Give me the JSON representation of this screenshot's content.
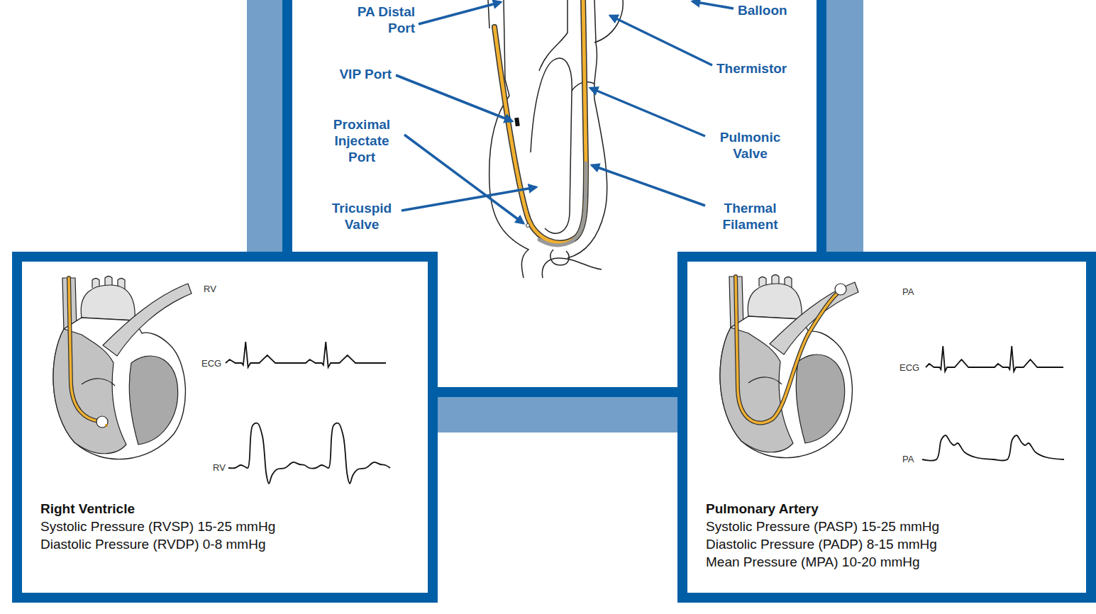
{
  "diagram": {
    "nodes": [
      {
        "text": [
          "Right Ventricle",
          "Systolic Pressure (RVSP) 15-25 mmHg",
          "Diastolic Pressure (RVDP) 0-8 mmHg"
        ]
      },
      {
        "text": [
          "Pulmonary Artery",
          "Systolic Pressure (PASP) 15-25 mmHg",
          "Diastolic Pressure (PADP) 8-15 mmHg",
          "Mean Pressure (MPA) 10-20 mmHg"
        ]
      }
    ],
    "edges": [
      {
        "from": 0,
        "to": 1,
        "arrow": "none"
      }
    ],
    "labels": [
      "PA Distal Port",
      "Balloon",
      "VIP Port",
      "Thermistor",
      "Proximal Injectate Port",
      "Pulmonic Valve",
      "Tricuspid Valve",
      "Thermal Filament",
      "RV",
      "ECG",
      "RV",
      "PA",
      "ECG",
      "PA"
    ]
  }
}
